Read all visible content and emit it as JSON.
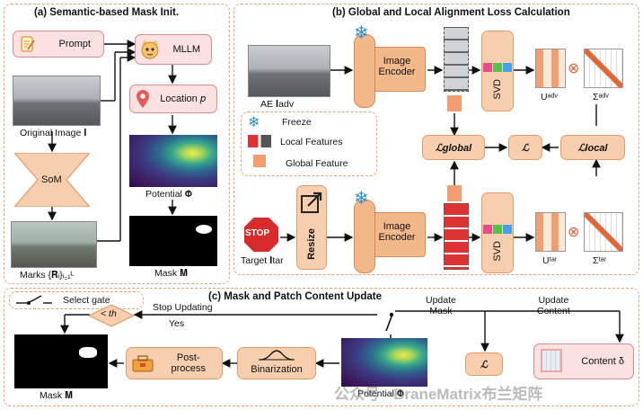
{
  "panel_a": {
    "title": "(a) Semantic-based Mask Init.",
    "prompt": "Prompt",
    "mllm": "MLLM",
    "location": "Location 𝑝",
    "original_image": "Original Image 𝐈",
    "som": "SoM",
    "potential": "Potential 𝚽",
    "mask": "Mask 𝐌",
    "marks": "Marks {𝐑ᵢ}ᵢ₌₁ᴸ"
  },
  "panel_b": {
    "title": "(b) Global and Local Alignment Loss Calculation",
    "ae_label": "AE 𝐈adv",
    "image_encoder": "Image Encoder",
    "svd": "SVD",
    "u_adv": "Uᵃᵈᵛ",
    "sigma_adv": "Σᵃᵈᵛ",
    "u_tar": "Uᵗᵃʳ",
    "sigma_tar": "Σᵗᵃʳ",
    "l_global": "ℒglobal",
    "l_total": "ℒ",
    "l_local": "ℒlocal",
    "target": "Target 𝐈tar",
    "resize": "Resize",
    "stop": "STOP",
    "legend": {
      "freeze": "Freeze",
      "local": "Local Features",
      "global": "Global Feature"
    }
  },
  "panel_c": {
    "title": "(c) Mask and Patch Content Update",
    "select_gate": "Select gate",
    "threshold": "< th",
    "stop_updating": "Stop Updating",
    "yes": "Yes",
    "update_mask": "Update\nMask",
    "update_content": "Update\nContent",
    "loss": "ℒ",
    "content": "Content δ",
    "binarization": "Binarization",
    "postprocess": "Post-\nprocess",
    "mask": "Mask 𝐌",
    "potential": "Potential 𝚽"
  },
  "watermark": "公众号 · BraneMatrix布兰矩阵",
  "colors": {
    "peach": "#f7cfae",
    "accent_border": "#e39a68",
    "panel_dash": "#f0a070",
    "feature_orange": "#f0a070"
  }
}
